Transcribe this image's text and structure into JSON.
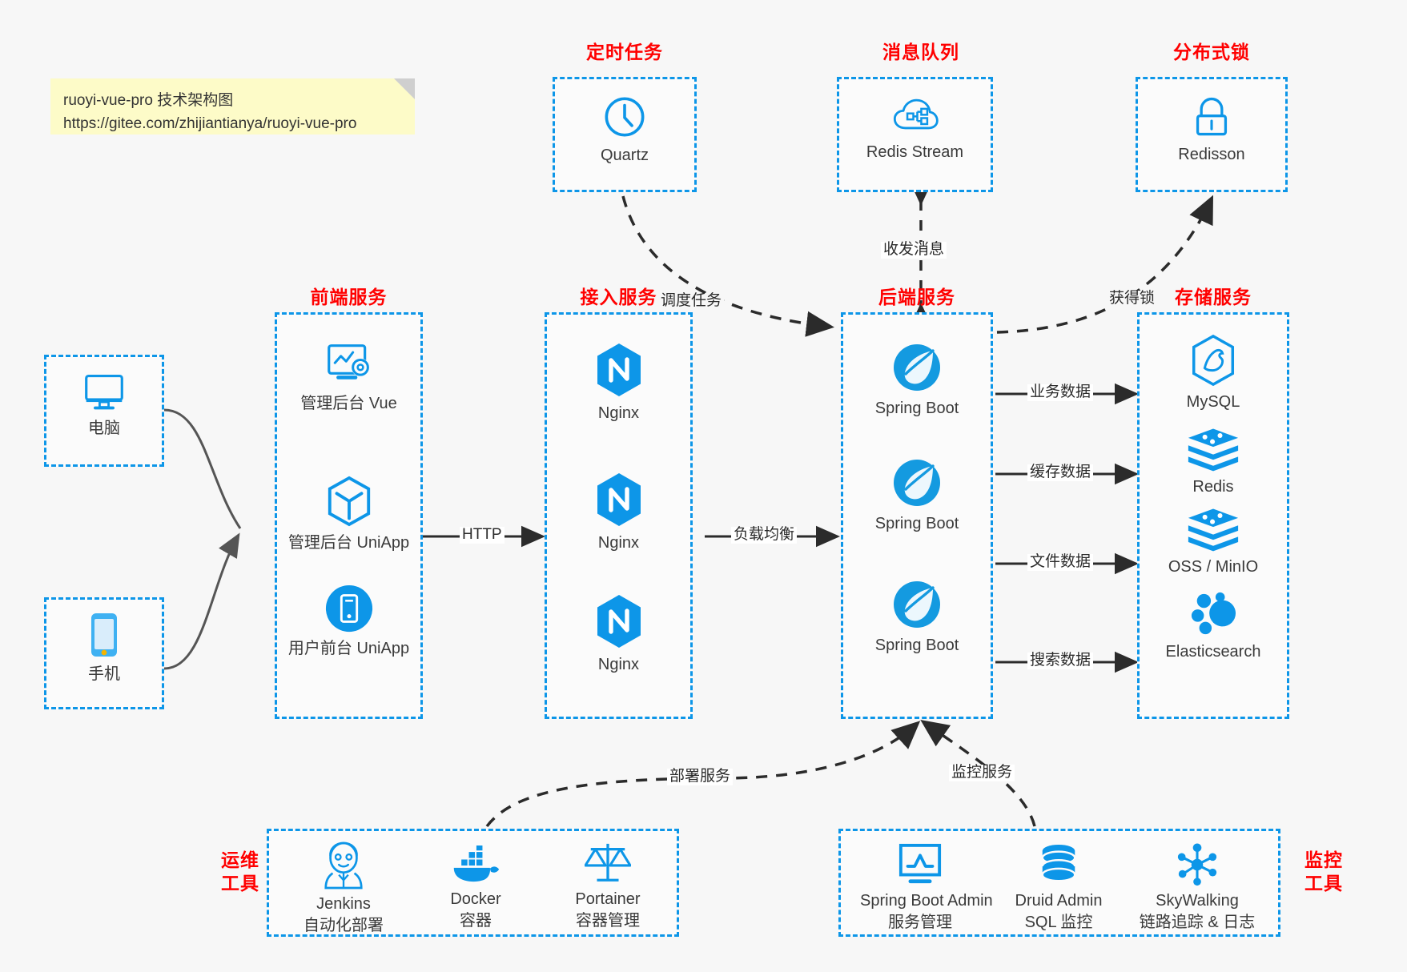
{
  "note": {
    "line1": "ruoyi-vue-pro 技术架构图",
    "line2": "https://gitee.com/zhijiantianya/ruoyi-vue-pro"
  },
  "colors": {
    "group_border": "#0d96e8",
    "group_title": "#ff0000",
    "icon_blue": "#0d96e8",
    "edge": "#2b2b2b",
    "canvas": "#f7f7f7",
    "note_bg": "#fdfbc8"
  },
  "groups": {
    "scheduled_task": {
      "title": "定时任务",
      "nodes": [
        {
          "label": "Quartz",
          "icon": "clock-icon"
        }
      ]
    },
    "message_queue": {
      "title": "消息队列",
      "nodes": [
        {
          "label": "Redis Stream",
          "icon": "cloud-network-icon"
        }
      ]
    },
    "distributed_lock": {
      "title": "分布式锁",
      "nodes": [
        {
          "label": "Redisson",
          "icon": "lock-icon"
        }
      ]
    },
    "clients": {
      "nodes": [
        {
          "label": "电脑",
          "icon": "desktop-monitor-icon"
        },
        {
          "label": "手机",
          "icon": "smartphone-icon"
        }
      ]
    },
    "frontend": {
      "title": "前端服务",
      "nodes": [
        {
          "label": "管理后台 Vue",
          "icon": "dashboard-settings-icon"
        },
        {
          "label": "管理后台 UniApp",
          "icon": "hexagon-cube-icon"
        },
        {
          "label": "用户前台 UniApp",
          "icon": "mobile-circle-icon"
        }
      ]
    },
    "gateway": {
      "title": "接入服务",
      "nodes": [
        {
          "label": "Nginx",
          "icon": "nginx-icon"
        },
        {
          "label": "Nginx",
          "icon": "nginx-icon"
        },
        {
          "label": "Nginx",
          "icon": "nginx-icon"
        }
      ]
    },
    "backend": {
      "title": "后端服务",
      "nodes": [
        {
          "label": "Spring Boot",
          "icon": "spring-boot-icon"
        },
        {
          "label": "Spring Boot",
          "icon": "spring-boot-icon"
        },
        {
          "label": "Spring Boot",
          "icon": "spring-boot-icon"
        }
      ]
    },
    "storage": {
      "title": "存储服务",
      "nodes": [
        {
          "label": "MySQL",
          "icon": "mysql-icon"
        },
        {
          "label": "Redis",
          "icon": "redis-stack-icon"
        },
        {
          "label": "OSS / MinIO",
          "icon": "redis-stack-icon"
        },
        {
          "label": "Elasticsearch",
          "icon": "elasticsearch-icon"
        }
      ]
    },
    "devops": {
      "title_line1": "运维",
      "title_line2": "工具",
      "nodes": [
        {
          "name": "Jenkins",
          "desc": "自动化部署",
          "icon": "jenkins-butler-icon"
        },
        {
          "name": "Docker",
          "desc": "容器",
          "icon": "docker-whale-icon"
        },
        {
          "name": "Portainer",
          "desc": "容器管理",
          "icon": "scales-balance-icon"
        }
      ]
    },
    "monitoring": {
      "title_line1": "监控",
      "title_line2": "工具",
      "nodes": [
        {
          "name": "Spring Boot Admin",
          "desc": "服务管理",
          "icon": "monitor-chart-icon"
        },
        {
          "name": "Druid Admin",
          "desc": "SQL 监控",
          "icon": "database-cylinder-icon"
        },
        {
          "name": "SkyWalking",
          "desc": "链路追踪 & 日志",
          "icon": "network-nodes-icon"
        }
      ]
    }
  },
  "edges": [
    {
      "id": "http",
      "label": "HTTP"
    },
    {
      "id": "load-balance",
      "label": "负载均衡"
    },
    {
      "id": "schedule-task",
      "label": "调度任务"
    },
    {
      "id": "send-receive-message",
      "label": "收发消息"
    },
    {
      "id": "acquire-lock",
      "label": "获得锁"
    },
    {
      "id": "business-data",
      "label": "业务数据"
    },
    {
      "id": "cache-data",
      "label": "缓存数据"
    },
    {
      "id": "file-data",
      "label": "文件数据"
    },
    {
      "id": "search-data",
      "label": "搜索数据"
    },
    {
      "id": "deploy-service",
      "label": "部署服务"
    },
    {
      "id": "monitor-service",
      "label": "监控服务"
    }
  ]
}
